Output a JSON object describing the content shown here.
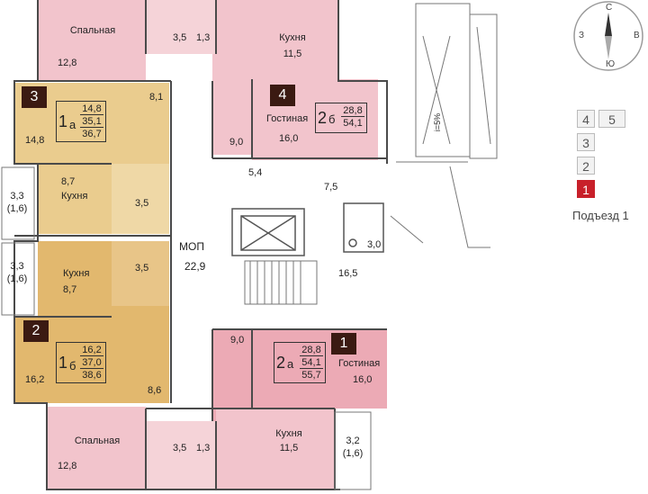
{
  "colors": {
    "pink": "#f2c4cc",
    "pink_dark": "#ecaab5",
    "tan": "#eacc8e",
    "tan_dark": "#e2b86e",
    "wall": "#4a4a4a",
    "badge": "#3b1a12",
    "active_floor": "#c8202a"
  },
  "rooms": {
    "bed_top_label": "Спальная",
    "bed_top_area": "12,8",
    "bath_top_a": "3,5",
    "bath_top_b": "1,3",
    "kitchen_top_label": "Кухня",
    "kitchen_top_area": "11,5",
    "hall_top": "9,0",
    "living_top_label": "Гостиная",
    "living_top_area": "16,0",
    "a3_room": "14,8",
    "a3_hall": "8,1",
    "a3_kitchen_label": "Кухня",
    "a3_kitchen_area": "8,7",
    "a3_bath": "3,5",
    "balcony_a": "3,3",
    "balcony_a2": "(1,6)",
    "balcony_b": "3,3",
    "balcony_b2": "(1,6)",
    "mop_label": "МОП",
    "mop_area": "22,9",
    "a2_kitchen_label": "Кухня",
    "a2_kitchen_area": "8,7",
    "a2_bath": "3,5",
    "a2_room": "16,2",
    "a2_hall": "8,6",
    "lobby_a": "5,4",
    "lobby_b": "7,5",
    "lobby_c": "16,5",
    "lobby_d": "3,0",
    "hall_bottom": "9,0",
    "living_bot_label": "Гостиная",
    "living_bot_area": "16,0",
    "bed_bot_label": "Спальная",
    "bed_bot_area": "12,8",
    "bath_bot_a": "3,5",
    "bath_bot_b": "1,3",
    "kitchen_bot_label": "Кухня",
    "kitchen_bot_area": "11,5",
    "balcony_c": "3,2",
    "balcony_c2": "(1,6)",
    "ramp": "i=5%"
  },
  "apartments": [
    {
      "badge": "3",
      "type_num": "1",
      "type_letter": "а",
      "a1": "14,8",
      "a2": "35,1",
      "a3": "36,7"
    },
    {
      "badge": "4",
      "type_num": "2",
      "type_letter": "б",
      "a1": "28,8",
      "a2": "54,1",
      "a3": ""
    },
    {
      "badge": "2",
      "type_num": "1",
      "type_letter": "б",
      "a1": "16,2",
      "a2": "37,0",
      "a3": "38,6"
    },
    {
      "badge": "1",
      "type_num": "2",
      "type_letter": "а",
      "a1": "28,8",
      "a2": "54,1",
      "a3": "55,7"
    }
  ],
  "compass": {
    "n": "С",
    "s": "Ю",
    "w": "З",
    "e": "В"
  },
  "floors": {
    "f1": "1",
    "f2": "2",
    "f3": "3",
    "f4": "4",
    "f5": "5",
    "entrance": "Подъезд 1"
  }
}
